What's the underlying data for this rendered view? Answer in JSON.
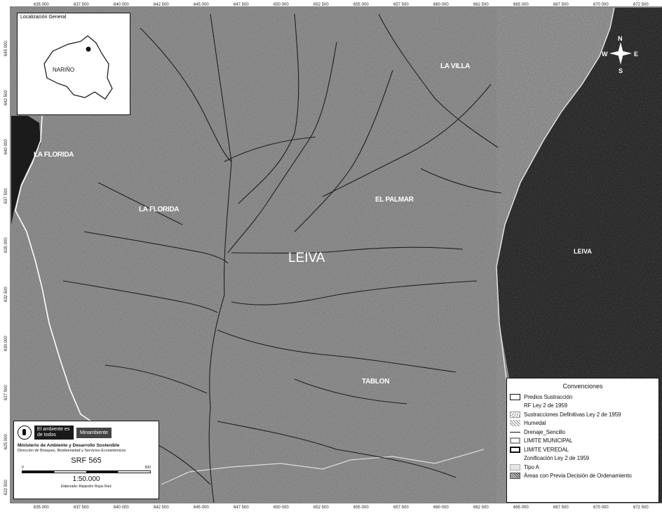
{
  "map": {
    "places": {
      "la_florida_west": "LA FLORIDA",
      "la_florida": "LA FLORIDA",
      "la_villa": "LA VILLA",
      "el_palmar": "EL PALMAR",
      "leiva_center": "LEIVA",
      "leiva_east": "LEIVA",
      "tablon": "TABLON"
    },
    "top_ticks": [
      "635 000",
      "637 500",
      "640 000",
      "642 500",
      "645 000",
      "647 500",
      "650 000",
      "652 500",
      "655 000",
      "657 500",
      "660 000",
      "662 500",
      "665 000",
      "667 500",
      "670 000",
      "672 500"
    ],
    "bottom_ticks": [
      "635 000",
      "637 500",
      "640 000",
      "642 500",
      "645 000",
      "647 500",
      "650 000",
      "652 500",
      "655 000",
      "657 500",
      "660 000",
      "662 500",
      "665 000",
      "667 500",
      "670 000",
      "672 500"
    ],
    "left_ticks": [
      "645 000",
      "642 500",
      "640 000",
      "637 500",
      "635 000",
      "632 500",
      "630 000",
      "627 500",
      "625 000",
      "622 500"
    ],
    "compass": {
      "n": "N",
      "s": "S",
      "e": "E",
      "w": "W"
    },
    "colors": {
      "imagery": "#7a7a7a",
      "outside_municipality": "#222222",
      "boundary": "#ffffff",
      "drainage": "#1e1e1e"
    }
  },
  "inset": {
    "title": "Localización General",
    "region": "NARIÑO"
  },
  "legend": {
    "title": "Convenciones",
    "items": [
      {
        "label": "Predios Sustracción",
        "swatch": "outline"
      },
      {
        "label": "RF Ley 2 de 1959",
        "swatch": "none"
      },
      {
        "label": "Sustracciones Definitivas Ley 2 de 1959",
        "swatch": "dots"
      },
      {
        "label": "Humedal",
        "swatch": "hatch"
      },
      {
        "label": "Drenaje_Sencillo",
        "swatch": "line"
      },
      {
        "label": "LIMITE MUNICIPAL",
        "swatch": "gray"
      },
      {
        "label": "LIMITE VEREDAL",
        "swatch": "black"
      },
      {
        "label": "Zonificación Ley 2 de 1959",
        "swatch": "none"
      },
      {
        "label": "Tipo A",
        "swatch": "light"
      },
      {
        "label": "Áreas con Previa Decisión de Ordenamiento",
        "swatch": "dark-dots"
      }
    ]
  },
  "credits": {
    "slogan": "El ambiente es de todos",
    "minambiente": "Minambiente",
    "ministry": "Ministerio de Ambiente y Desarrollo Sostenible",
    "directorate": "Dirección de Bosques, Biodiversidad y Servicios Ecosistémicos",
    "code": "SRF 565",
    "scale_label": "1:50.000",
    "scale_unit_left": "0",
    "scale_unit_right": "500",
    "footer": "Elaborado: Alejandro Rojas Ruiz"
  }
}
